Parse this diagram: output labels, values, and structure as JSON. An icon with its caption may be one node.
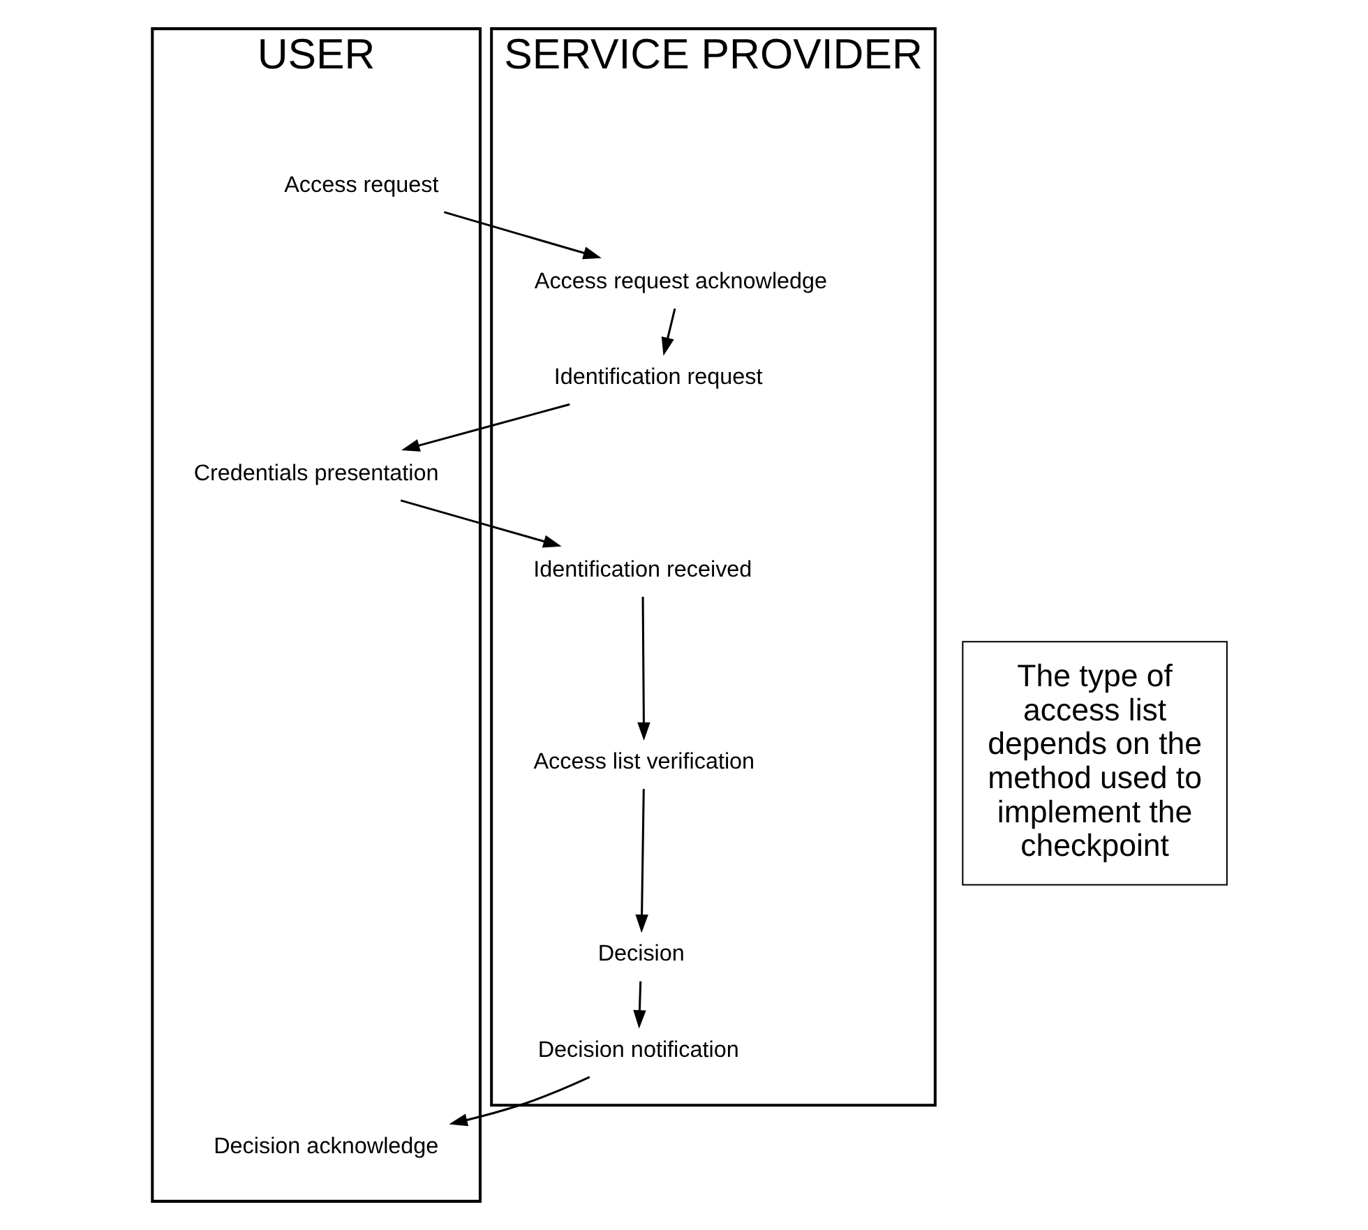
{
  "diagram": {
    "nodes": [
      {
        "text": [
          "USER"
        ]
      },
      {
        "text": [
          "SERVICE PROVIDER"
        ]
      },
      {
        "text": [
          "Access request"
        ],
        "in": 0
      },
      {
        "text": [
          "Credentials presentation"
        ],
        "in": 0
      },
      {
        "text": [
          "Decision acknowledge"
        ],
        "in": 0
      },
      {
        "text": [
          "Access request acknowledge"
        ],
        "in": 1
      },
      {
        "text": [
          "Identification request"
        ],
        "in": 1
      },
      {
        "text": [
          "Identification received"
        ],
        "in": 1
      },
      {
        "text": [
          "Access list verification"
        ],
        "in": 1
      },
      {
        "text": [
          "Decision"
        ],
        "in": 1
      },
      {
        "text": [
          "Decision notification"
        ],
        "in": 1
      },
      {
        "text": [
          "The type of access list depends on the method used to implement the checkpoint"
        ]
      }
    ],
    "edges": [
      {
        "from": 2,
        "to": 5,
        "arrow": "to"
      },
      {
        "from": 5,
        "to": 6,
        "arrow": "to"
      },
      {
        "from": 6,
        "to": 3,
        "arrow": "to"
      },
      {
        "from": 3,
        "to": 7,
        "arrow": "to"
      },
      {
        "from": 7,
        "to": 8,
        "arrow": "to"
      },
      {
        "from": 8,
        "to": 9,
        "arrow": "to"
      },
      {
        "from": 9,
        "to": 10,
        "arrow": "to"
      },
      {
        "from": 10,
        "to": 4,
        "arrow": "to"
      }
    ]
  }
}
